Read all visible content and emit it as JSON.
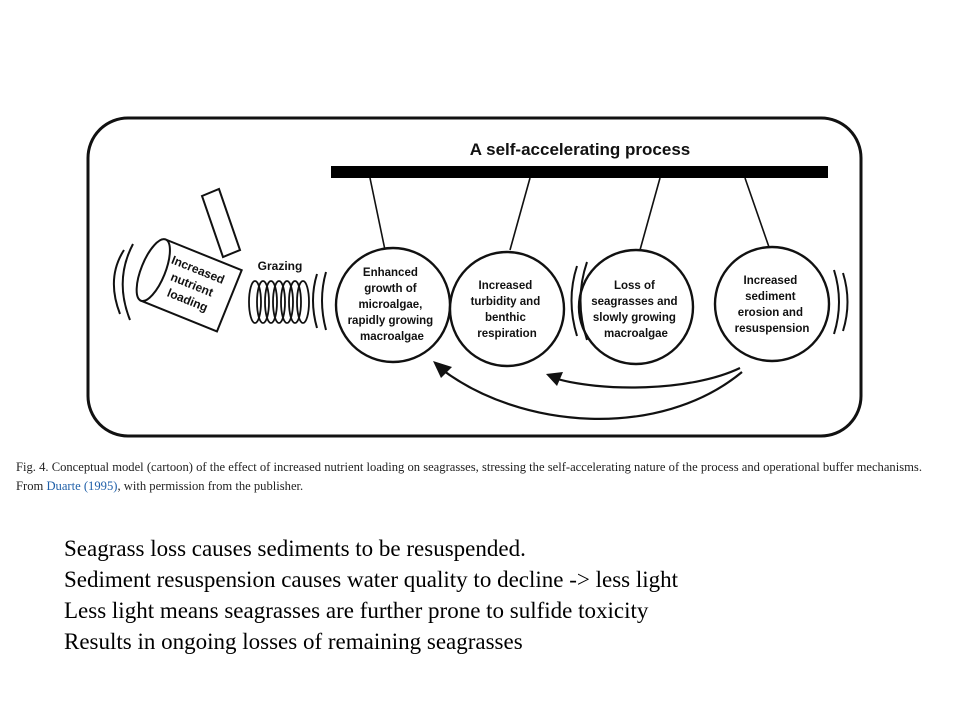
{
  "diagram": {
    "title": "A self-accelerating process",
    "cylinder_label": [
      "Increased",
      "nutrient",
      "loading"
    ],
    "spring_label": "Grazing",
    "circles": [
      {
        "lines": [
          "Enhanced",
          "growth of",
          "microalgae,",
          "rapidly growing",
          "macroalgae"
        ]
      },
      {
        "lines": [
          "Increased",
          "turbidity and",
          "benthic",
          "respiration"
        ]
      },
      {
        "lines": [
          "Loss of",
          "seagrasses and",
          "slowly growing",
          "macroalgae"
        ]
      },
      {
        "lines": [
          "Increased",
          "sediment",
          "erosion and",
          "resuspension"
        ]
      }
    ]
  },
  "caption": {
    "text_before_link": "Fig. 4. Conceptual model (cartoon) of the effect of increased nutrient loading on seagrasses, stressing the self-accelerating nature of the process and operational buffer mechanisms. From ",
    "link_text": "Duarte (1995)",
    "text_after_link": ", with permission from the publisher."
  },
  "notes": [
    "Seagrass loss causes sediments to be resuspended.",
    "Sediment resuspension causes water quality to decline -> less light",
    "Less light means seagrasses are further prone to sulfide toxicity",
    "Results in ongoing losses of remaining seagrasses"
  ]
}
